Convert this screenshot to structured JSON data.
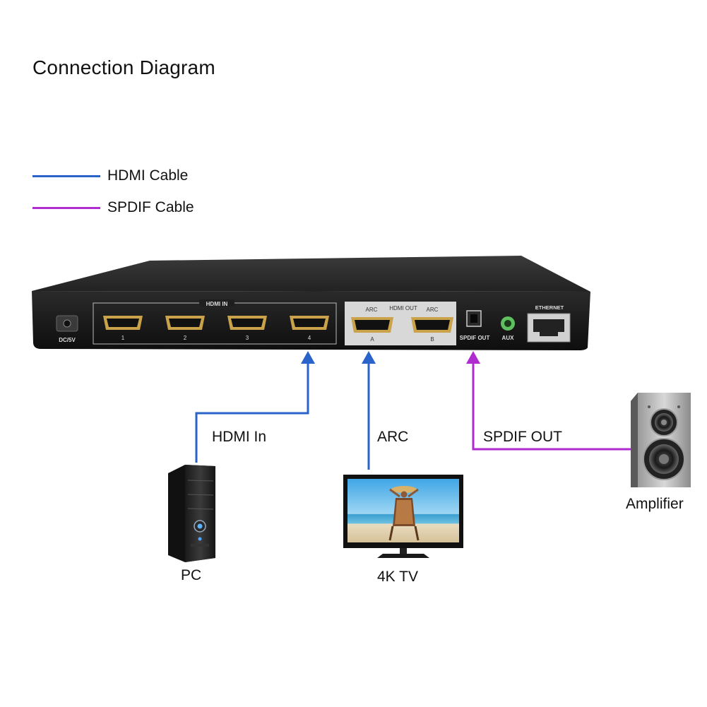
{
  "title": "Connection Diagram",
  "colors": {
    "hdmi": "#2a63c9",
    "spdif": "#b02bd0",
    "device_body": "#1c1c1c",
    "port_panel": "#d8d8d8"
  },
  "legend": [
    {
      "label": "HDMI Cable",
      "color": "#2a63c9"
    },
    {
      "label": "SPDIF Cable",
      "color": "#b02bd0"
    }
  ],
  "device": {
    "power_label": "DC/5V",
    "hdmi_in_label": "HDMI IN",
    "hdmi_in_ports": [
      "1",
      "2",
      "3",
      "4"
    ],
    "hdmi_out_label": "HDMI OUT",
    "arc_left": "ARC",
    "arc_right": "ARC",
    "out_ports": [
      "A",
      "B"
    ],
    "spdif_label": "SPDIF OUT",
    "aux_label": "AUX",
    "ethernet_label": "ETHERNET"
  },
  "connections": [
    {
      "label": "HDMI In",
      "type": "hdmi"
    },
    {
      "label": "ARC",
      "type": "hdmi"
    },
    {
      "label": "SPDIF OUT",
      "type": "spdif"
    }
  ],
  "devices": {
    "pc": "PC",
    "tv": "4K TV",
    "amplifier": "Amplifier"
  },
  "icons": [
    "pc-tower-icon",
    "tv-icon",
    "speaker-icon",
    "arrow-up-icon"
  ]
}
